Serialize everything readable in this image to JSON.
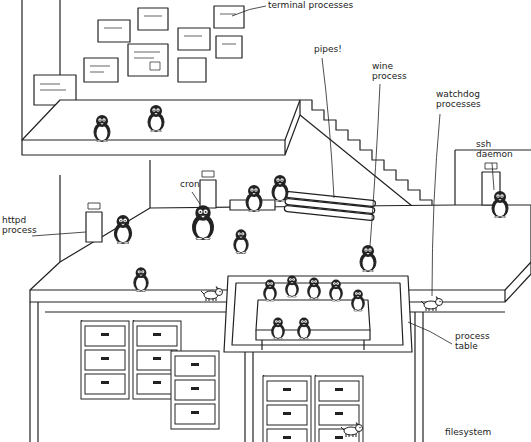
{
  "diagram": {
    "labels": [
      "terminal processes",
      "pipes!",
      "wine process",
      "watchdog processes",
      "ssh daemon",
      "cron",
      "httpd process",
      "process table",
      "filesystem"
    ]
  }
}
